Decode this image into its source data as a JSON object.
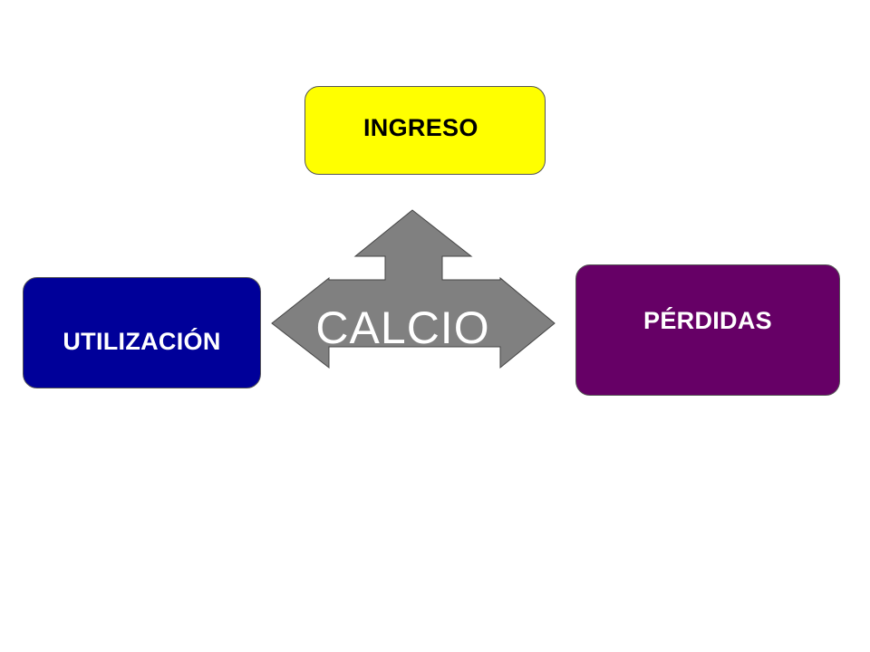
{
  "diagram": {
    "nodes": {
      "ingreso": {
        "label": "INGRESO",
        "fill": "#FFFF00",
        "text_color": "#000000"
      },
      "utilizacion": {
        "label": "UTILIZACIÓN",
        "fill": "#000099",
        "text_color": "#FFFFFF"
      },
      "perdidas": {
        "label": "PÉRDIDAS",
        "fill": "#660066",
        "text_color": "#FFFFFF"
      }
    },
    "center": {
      "label": "CALCIO",
      "arrow_fill": "#808080",
      "text_color": "#FFFFFF",
      "arrow_directions": [
        "left",
        "up",
        "right"
      ]
    }
  }
}
